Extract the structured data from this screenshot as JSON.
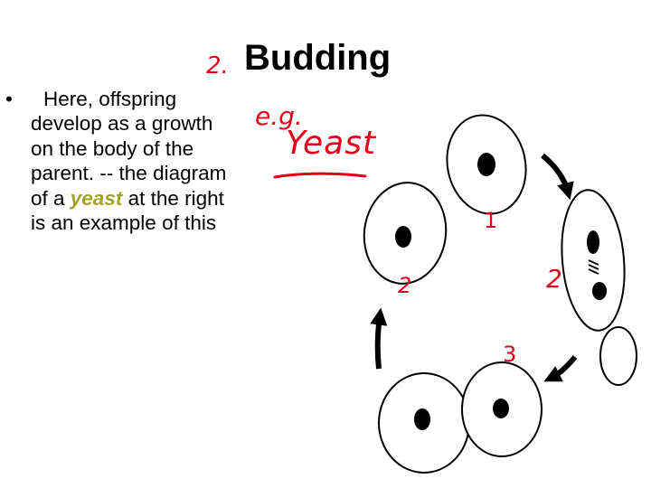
{
  "slide": {
    "title": "Budding",
    "number_label": "2.",
    "bullet_symbol": "•",
    "bullet_lines": [
      "Here, offspring",
      "develop as a growth",
      "on the body of the",
      "parent. -- the diagram"
    ],
    "line5_before": "of a ",
    "line5_highlight": "yeast",
    "line5_after": " at the right",
    "line6": "is an example of this"
  },
  "annotations": {
    "example_abbrev": "e.g.",
    "yeast_handwritten": "Yeast",
    "color": "#e3001b"
  },
  "diagram": {
    "stage_labels": [
      "1",
      "2",
      "3",
      "2"
    ]
  },
  "colors": {
    "highlight": "#a3a12a",
    "handwriting": "#e3001b"
  }
}
